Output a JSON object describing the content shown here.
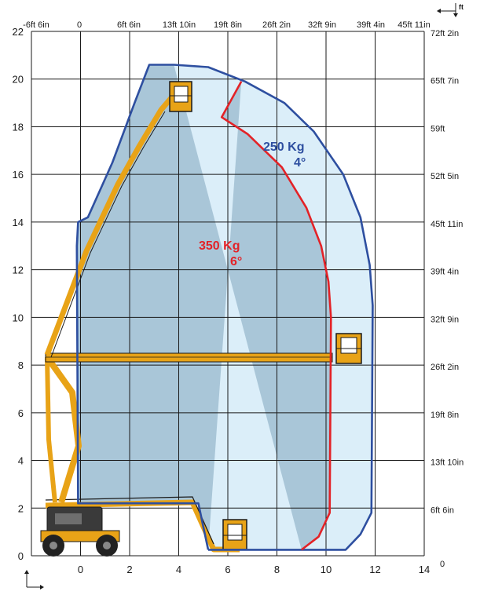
{
  "chart_data": {
    "type": "area",
    "title": "",
    "xlabel": "",
    "ylabel": "",
    "xlim": [
      -2,
      14
    ],
    "ylim": [
      0,
      22
    ],
    "grid": true,
    "x_ticks_m": [
      "0",
      "2",
      "4",
      "6",
      "8",
      "10",
      "12",
      "14"
    ],
    "y_ticks_m": [
      "0",
      "2",
      "4",
      "6",
      "8",
      "10",
      "12",
      "14",
      "16",
      "18",
      "20",
      "22"
    ],
    "x_ticks_ft": [
      "-6ft 6in",
      "0",
      "6ft 6in",
      "13ft 10in",
      "19ft 8in",
      "26ft 2in",
      "32ft 9in",
      "39ft 4in",
      "45ft 11in"
    ],
    "y_ticks_ft": [
      "0",
      "6ft 6in",
      "13ft 10in",
      "19ft 8in",
      "26ft 2in",
      "32ft 9in",
      "39ft 4in",
      "45ft 11in",
      "52ft 5in",
      "59ft",
      "65ft 7in",
      "72ft 2in"
    ],
    "ft_unit_label": "ft",
    "series": [
      {
        "name": "250 Kg",
        "angle": "4°",
        "color": "#2e4fa0",
        "fill": "#dbeef9",
        "x": [
          5.2,
          10.8,
          11.4,
          11.85,
          11.9,
          11.78,
          11.4,
          10.7,
          9.5,
          8.3,
          6.7,
          5.2,
          3.8,
          2.8,
          2.2,
          1.3,
          0.3,
          -0.1,
          -0.15,
          -0.1,
          2.1,
          4.8,
          5.2
        ],
        "y": [
          0.25,
          0.25,
          0.9,
          1.8,
          10.5,
          12.2,
          14.2,
          16.0,
          17.8,
          19.0,
          19.9,
          20.5,
          20.6,
          20.6,
          19.0,
          16.5,
          14.2,
          14.0,
          13.0,
          2.2,
          2.2,
          2.2,
          0.25
        ]
      },
      {
        "name": "350 Kg",
        "angle": "6°",
        "color": "#e32227",
        "fill": "#a9c6d8",
        "x": [
          9.0,
          9.7,
          10.15,
          10.2,
          10.1,
          9.8,
          9.2,
          8.2,
          6.8,
          5.75,
          6.55
        ],
        "y": [
          0.25,
          0.8,
          1.8,
          10.0,
          11.5,
          13.0,
          14.6,
          16.3,
          17.7,
          18.4,
          19.9
        ]
      }
    ]
  },
  "labels": {
    "s250_kg": "250 Kg",
    "s250_deg": "4°",
    "s350_kg": "350 Kg",
    "s350_deg": "6°"
  }
}
